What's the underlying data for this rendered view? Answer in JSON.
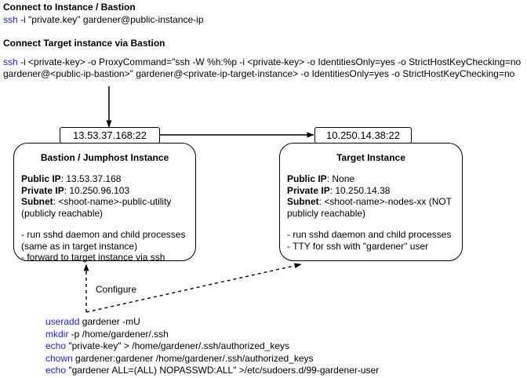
{
  "header_sections": [
    {
      "title": "Connect to Instance / Bastion",
      "lines": [
        {
          "kw": "ssh",
          "rest": " -i \"private.key\" gardener@public-instance-ip"
        }
      ]
    },
    {
      "title": "Connect Target instance via Bastion",
      "lines": [
        {
          "kw": "ssh",
          "rest": "  -i <private-key> -o ProxyCommand=\"ssh -W %h:%p -i <private-key> -o IdentitiesOnly=yes -o StrictHostKeyChecking=no"
        },
        {
          "kw": "",
          "rest": "gardener@<public-ip-bastion>\" gardener@<private-ip-target-instance> -o IdentitiesOnly=yes -o StrictHostKeyChecking=no"
        }
      ]
    }
  ],
  "bastion": {
    "port_label": "13.53.37.168:22",
    "title": "Bastion / Jumphost Instance",
    "fields": [
      {
        "label": "Public IP",
        "value": ": 13.53.37.168"
      },
      {
        "label": "Private IP",
        "value": ": 10.250.96.103"
      },
      {
        "label": "Subnet",
        "value": ": <shoot-name>-public-utility"
      },
      {
        "label": "",
        "value": "(publicly reachable)"
      }
    ],
    "notes": [
      "- run sshd daemon and child processes",
      "(same as in target instance)",
      "- forward to target instance via ssh"
    ]
  },
  "target": {
    "port_label": "10.250.14.38:22",
    "title": "Target Instance",
    "fields": [
      {
        "label": "Public IP",
        "value": ": None"
      },
      {
        "label": "Private IP",
        "value": ": 10.250.14.38"
      },
      {
        "label": "Subnet",
        "value": ": <shoot-name>-nodes-xx (NOT"
      },
      {
        "label": "",
        "value": "publicly reachable)"
      }
    ],
    "notes": [
      "- run sshd daemon and child processes",
      "- TTY for ssh with \"gardener\" user"
    ]
  },
  "configure_label": "Configure",
  "script_lines": [
    {
      "kw": "useradd",
      "rest": " gardener -mU"
    },
    {
      "kw": "mkdir",
      "rest": " -p /home/gardener/.ssh"
    },
    {
      "kw": "echo",
      "rest": " \"private-key\" > /home/gardener/.ssh/authorized_keys"
    },
    {
      "kw": "chown",
      "rest": " gardener:gardener /home/gardener/.ssh/authorized_keys"
    },
    {
      "kw": "echo",
      "rest": " \"gardener ALL=(ALL) NOPASSWD:ALL\" >/etc/sudoers.d/99-gardener-user"
    }
  ],
  "colors": {
    "keyword": "#2222cc",
    "stroke": "#000000",
    "background": "#ffffff"
  }
}
